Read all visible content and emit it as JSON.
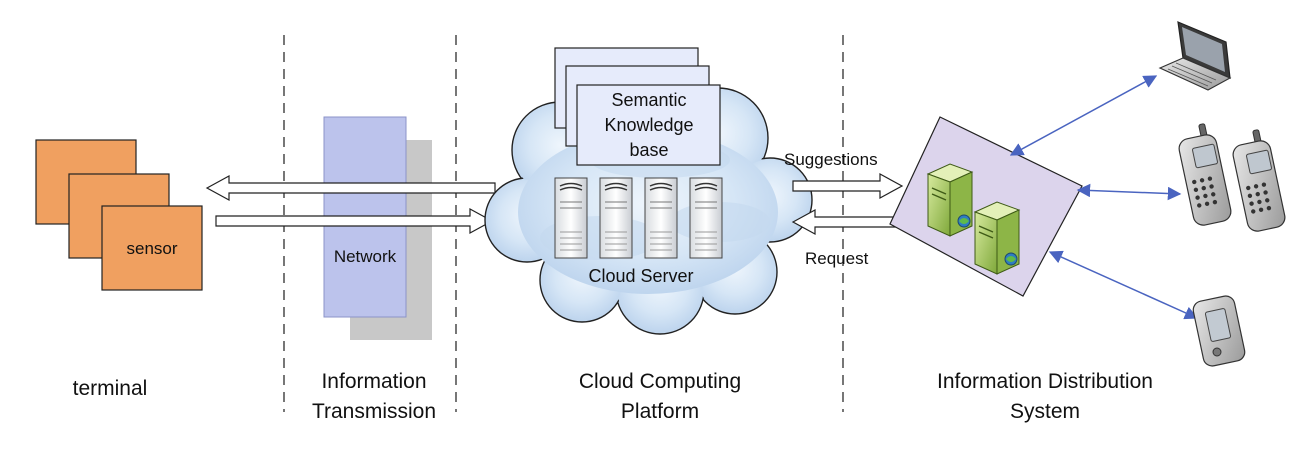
{
  "labels": {
    "sensor": "sensor",
    "network": "Network",
    "knowledge_base_line1": "Semantic",
    "knowledge_base_line2": "Knowledge",
    "knowledge_base_line3": "base",
    "cloud_server": "Cloud Server",
    "suggestions": "Suggestions",
    "request": "Request"
  },
  "sections": {
    "terminal": "terminal",
    "transmission_line1": "Information",
    "transmission_line2": "Transmission",
    "platform_line1": "Cloud Computing",
    "platform_line2": "Platform",
    "distribution_line1": "Information Distribution",
    "distribution_line2": "System"
  },
  "colors": {
    "sensor_fill": "#F0A060",
    "network_fill": "#BCC3EC",
    "network_shadow": "#C8C8C8",
    "cloud_fill": "#DCE9F6",
    "cloud_shade": "#B8D2EC",
    "kb_fill": "#E6EBFB",
    "distribution_fill": "#DCD4EC",
    "server_fill": "#A8CC60",
    "link_arrow": "#4A64C0",
    "divider": "#555555"
  },
  "icons": {
    "laptop": "laptop-icon",
    "phone": "mobile-phone-icon",
    "pda": "pda-icon",
    "server": "server-icon"
  }
}
